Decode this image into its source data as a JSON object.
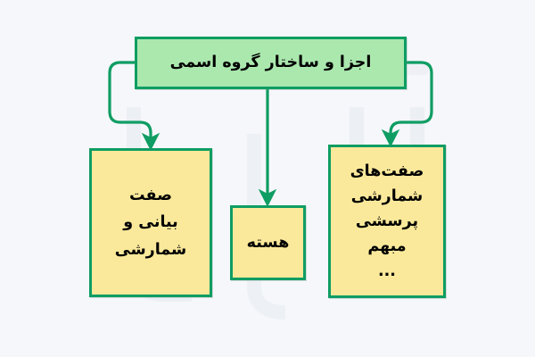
{
  "diagram": {
    "type": "hierarchy-tree",
    "direction": "rtl",
    "language": "fa",
    "background_color": "#f5f7fa",
    "root": {
      "id": "node-root",
      "label": "اجزا و ساختار گروه اسمی",
      "fill_color": "#abe8ae",
      "border_color": "#0f9d63",
      "text_color": "#000000"
    },
    "children": [
      {
        "id": "node-left",
        "label": "صفت\nبیانی و\nشمارشی",
        "fill_color": "#fbe99b",
        "border_color": "#0f9d63",
        "text_color": "#000000",
        "connector": "elbow-left"
      },
      {
        "id": "node-center",
        "label": "هسته",
        "fill_color": "#fbe99b",
        "border_color": "#0f9d63",
        "text_color": "#000000",
        "connector": "straight-down"
      },
      {
        "id": "node-right",
        "label": "صفت‌های\nشمارشی\nپرسشی\nمبهم\n...",
        "fill_color": "#fbe99b",
        "border_color": "#0f9d63",
        "text_color": "#000000",
        "connector": "elbow-right"
      }
    ],
    "connector_color": "#0f9d63"
  }
}
